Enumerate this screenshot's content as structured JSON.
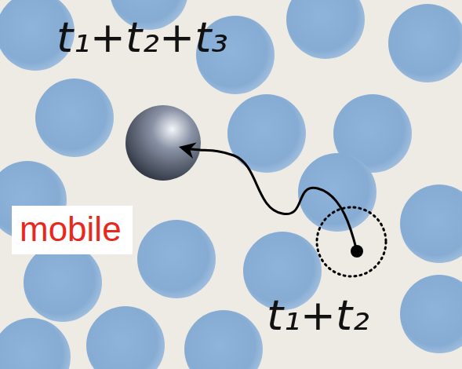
{
  "diagram": {
    "labels": [
      "t₁+t₂+t₃",
      "mobile",
      "t₁+t₂"
    ]
  }
}
